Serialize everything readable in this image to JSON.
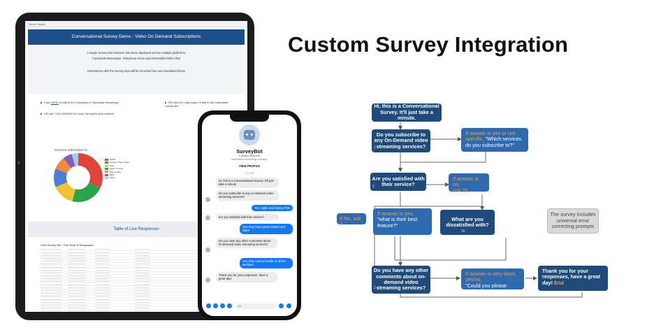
{
  "title": "Custom Survey Integration",
  "tablet": {
    "browser_title": "Neotic Digital",
    "header": "Conversational Survey Demo - Video On Demand Subscriptions",
    "intro_line1": "A single Survey Bot instance has been deployed across multiple platforms:",
    "intro_line2": "Facebook Messenger, Telephone-Voice and Embedded Web Chat",
    "intro_line3": "Interactions with the Survey Bot will be recorded live and visualised below",
    "link1_pre": "Click ",
    "link1_here": "HERE",
    "link1_post": " to talk to the SurveyBot in Facebook Messenger",
    "link2": "OR call +16174025052 for voice SurveyBot (toll number)",
    "link3": "OR click the chat button to talk to the embedded Survey Bot",
    "chart_title": "Services Subscribed To",
    "legend": [
      {
        "label": "Netflix",
        "color": "#e0443a"
      },
      {
        "label": "Amazon Prime Video",
        "color": "#2aa34a"
      },
      {
        "label": "Hulu",
        "color": "#f2c232"
      },
      {
        "label": "Apple TV Plus",
        "color": "#4a7fd6"
      },
      {
        "label": "Disney Plus",
        "color": "#f08a3c"
      },
      {
        "label": "HBO",
        "color": "#8a5cc2"
      },
      {
        "label": "Peda",
        "color": "#9dd0f0"
      }
    ],
    "live_header": "Table of Live Responses",
    "table_title": "VOD Survey Bot - Full Table of Responses"
  },
  "phone": {
    "bot_name": "SurveyBot",
    "likes": "1 person likes this",
    "category": "Information technology company",
    "view_profile": "VIEW PROFILE",
    "time": "8:11 PM",
    "messages": {
      "m1": "Hi, this is a Conversational Survey. It'll just take a minute",
      "m2": "Do you subscribe to any on-demand video streaming services?",
      "m3": "Yes, Apple and Disney Plus",
      "m4": "are you satisfied with their service?",
      "m5": "Yes, they have great content and value",
      "m6": "Do you have any other comments about on-demand video streaming services?",
      "m7": "Yes, they need a bundle of all the services",
      "m8": "Thank you for your responses, have a great day!"
    },
    "input_placeholder": "Aa"
  },
  "flow": {
    "start": "Hi, this is a Conversational Survey. It'll just take a minute.",
    "q1": "Do you subscribe to any On-Demand video streaming services?",
    "q1_num": "1",
    "c1a": "If answer is yes or not specific,",
    "c1b": "\"Which services do you subscribe to?\"",
    "q2": "Are you satisfied with their service?",
    "q2_num": "2",
    "c2a": "If answer is no,",
    "c2b": "ask 2b",
    "no3": "If No, ask 3",
    "c2y_a": "If answer is yes,",
    "c2y_b": "\"what is their best feature?\"",
    "q2b": "What are you dissatisfied with?",
    "q2b_num": "2b",
    "note": "The survey includes universal error correcting prompts",
    "q3": "Do you have any other comments about on-demand video streaming services?",
    "q3_num": "3",
    "c3a": "If answer is very short, yes/no,",
    "c3b": "\"Could you please elaborate?\"",
    "end_a": "Thank you for your responses, have a great day!",
    "end_b": "End"
  }
}
